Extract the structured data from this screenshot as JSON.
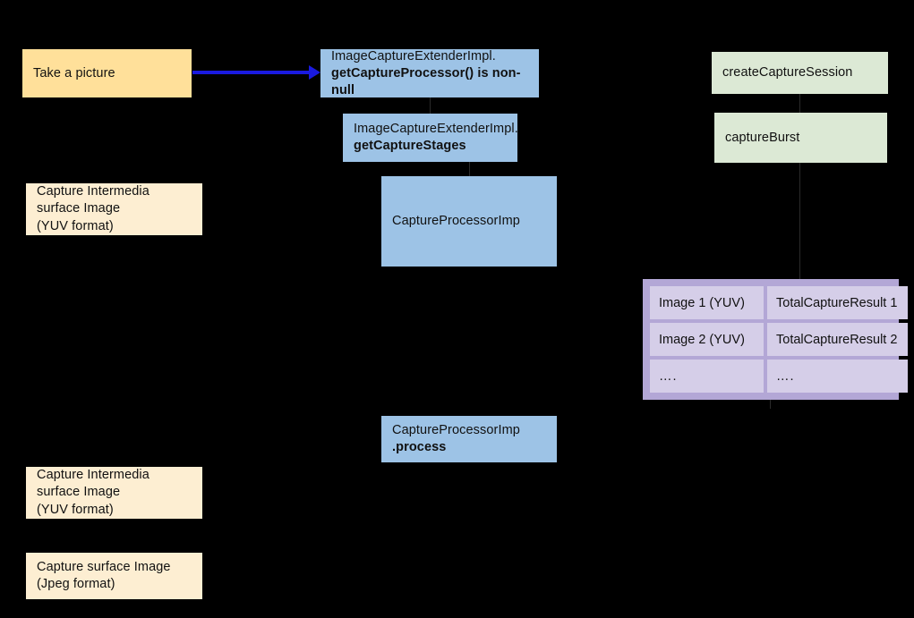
{
  "diagram": {
    "background_color": "#000000",
    "arrow_color": "#1a1ae0",
    "palette": {
      "amber": "#ffe09a",
      "cream": "#fdeed2",
      "blue": "#9dc3e6",
      "green": "#dce9d5",
      "purple_container": "#b3a7d6",
      "purple_cell": "#d5cee8"
    },
    "nodes": {
      "take_picture": {
        "label": "Take a picture"
      },
      "get_capture_processor": {
        "line1": "ImageCaptureExtenderImpl.",
        "line2": "getCaptureProcessor() is non-null"
      },
      "get_capture_stages": {
        "line1": "ImageCaptureExtenderImpl.",
        "line2": "getCaptureStages"
      },
      "capture_processor_imp": {
        "label": "CaptureProcessorImp"
      },
      "capture_processor_process": {
        "line1": "CaptureProcessorImp",
        "line2": ".process"
      },
      "create_capture_session": {
        "label": "createCaptureSession"
      },
      "capture_burst": {
        "label": "captureBurst"
      },
      "intermediate_surface_top": {
        "line1": "Capture Intermedia",
        "line2": "surface Image",
        "line3": "(YUV format)"
      },
      "intermediate_surface_bottom": {
        "line1": "Capture Intermedia",
        "line2": "surface Image",
        "line3": "(YUV format)"
      },
      "capture_surface_jpeg": {
        "line1": "Capture surface Image",
        "line2": "(Jpeg format)"
      }
    },
    "result_table": {
      "rows": [
        {
          "image": "Image 1 (YUV)",
          "result": "TotalCaptureResult 1"
        },
        {
          "image": "Image 2 (YUV)",
          "result": "TotalCaptureResult 2"
        },
        {
          "image": "….",
          "result": "…."
        }
      ]
    }
  }
}
